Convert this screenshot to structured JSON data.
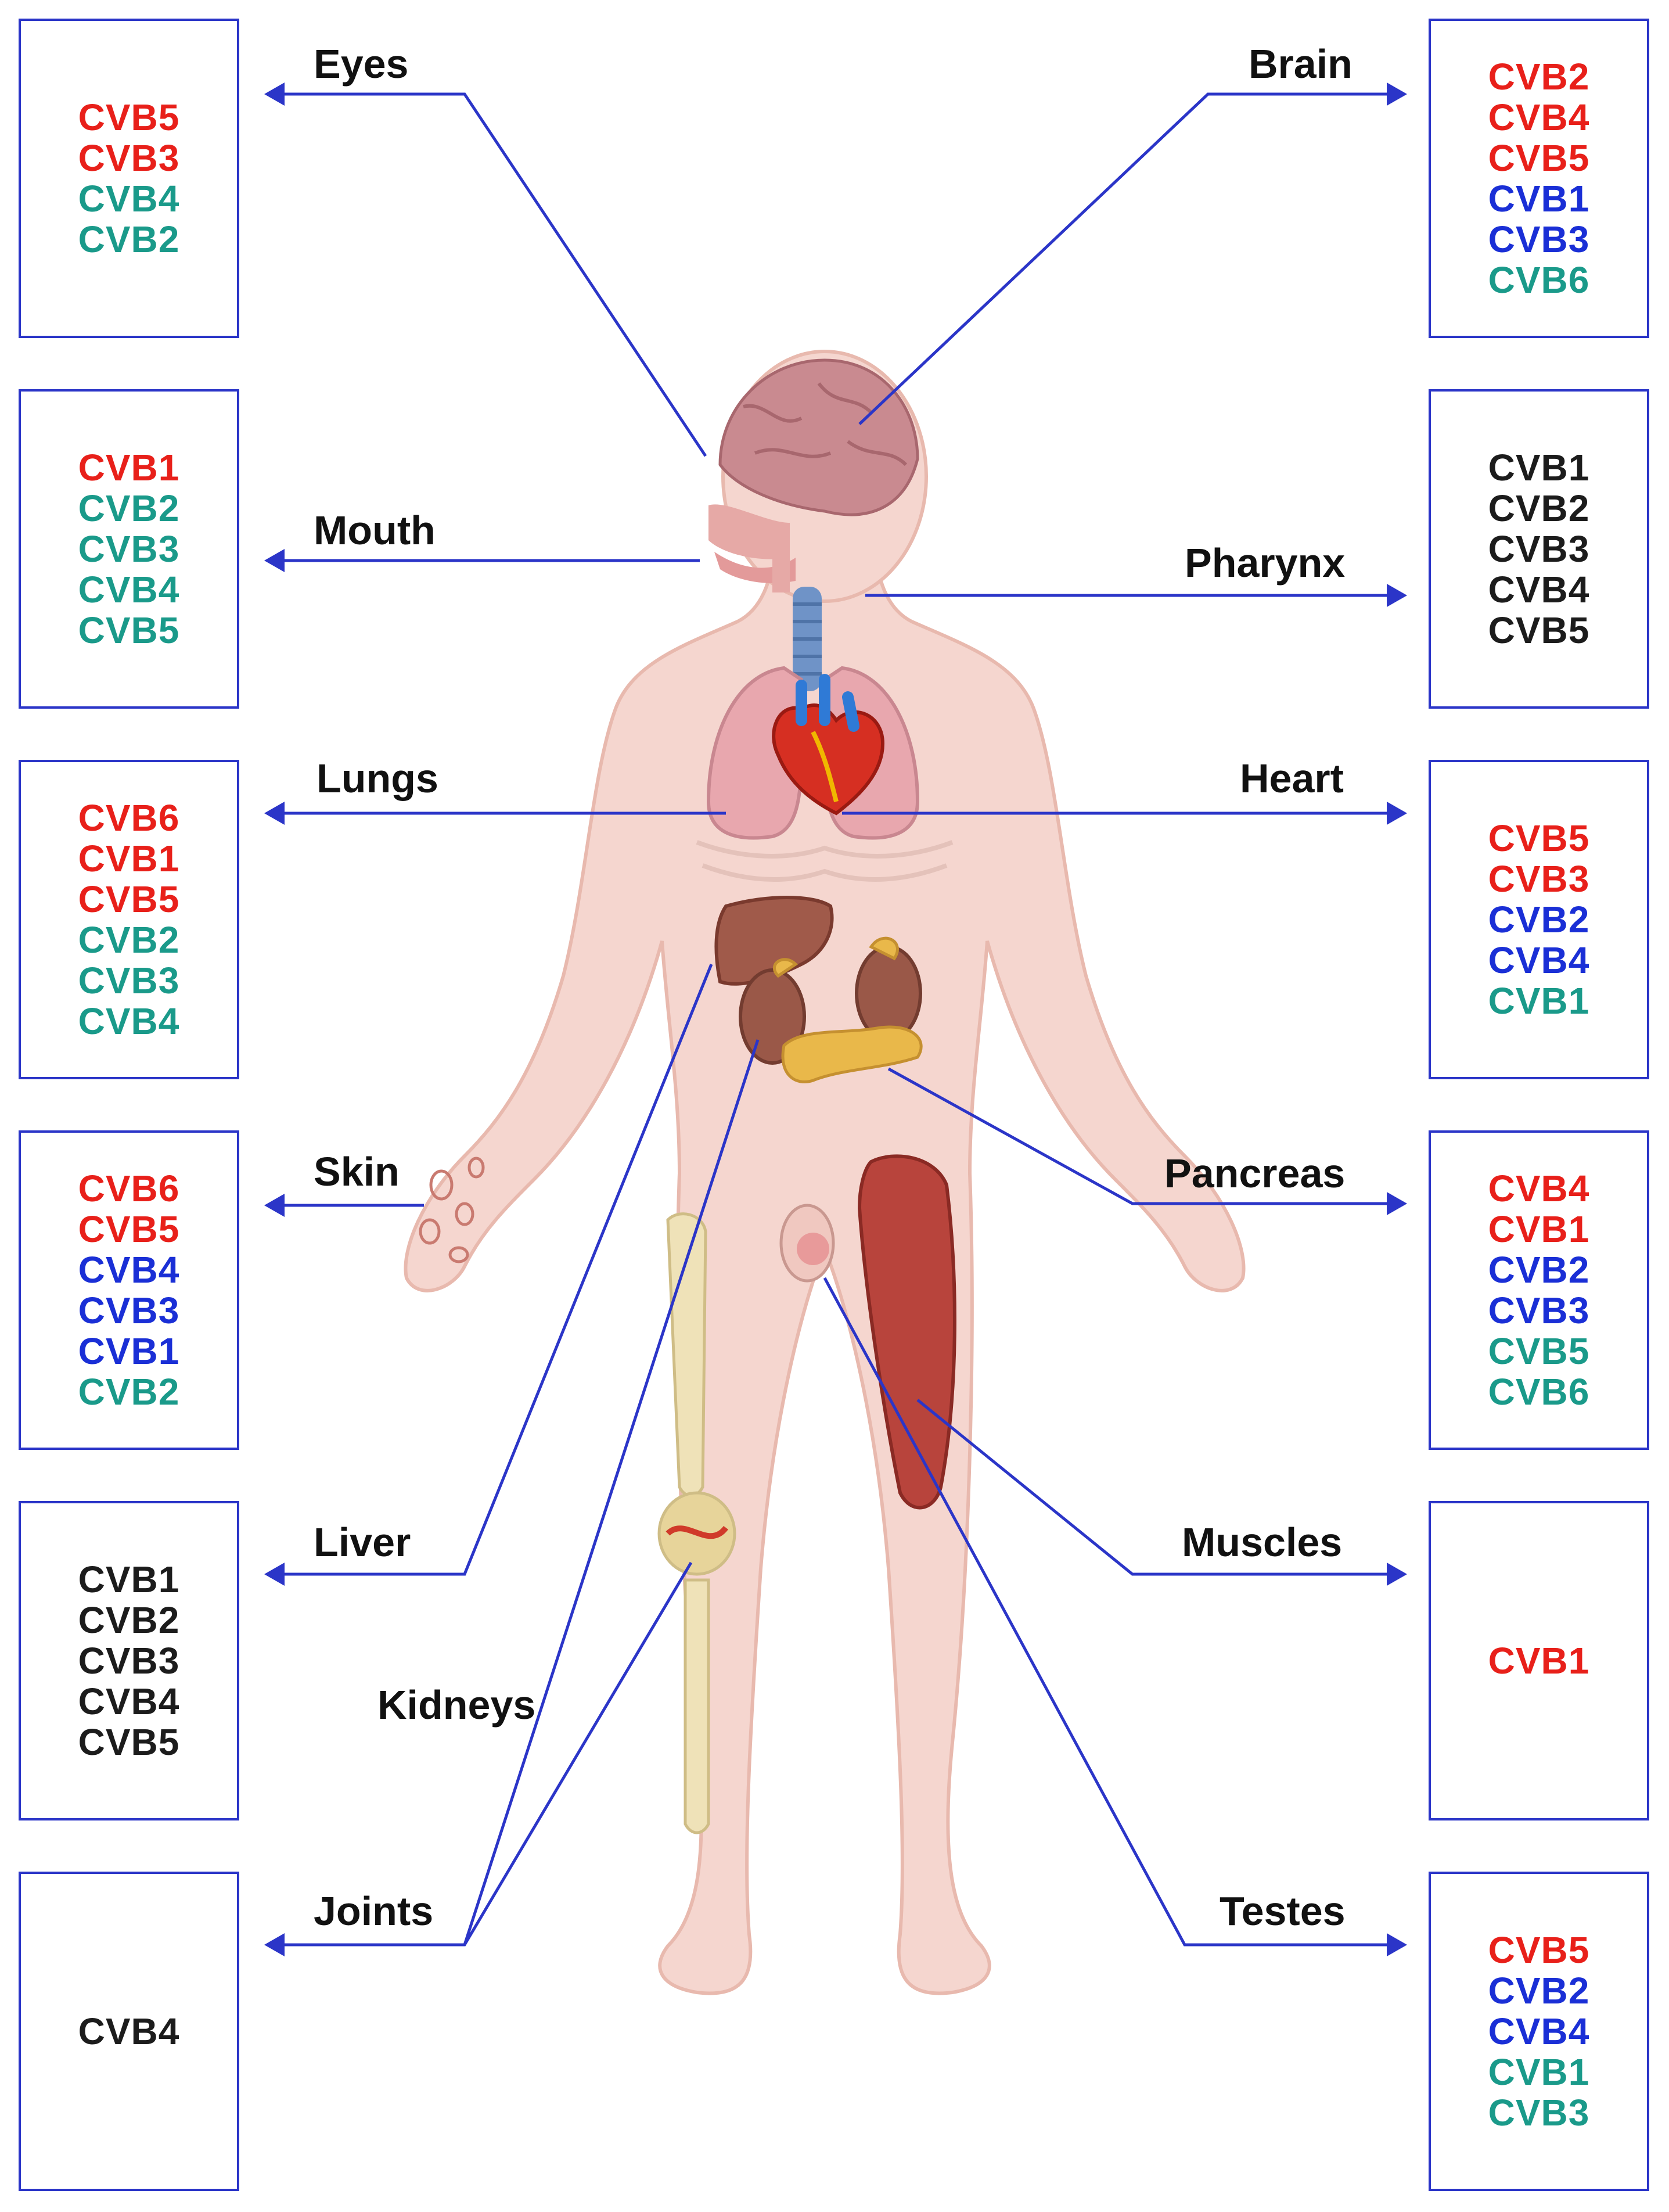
{
  "colors": {
    "strong": "#e8201a",
    "moderate": "#1a2fd6",
    "weak": "#1a9a8a",
    "neutral": "#1c1c1c",
    "line": "#2b35c8"
  },
  "organs": [
    {
      "key": "eyes",
      "label": "Eyes",
      "side": "left",
      "row": 0,
      "items": [
        {
          "text": "CVB5",
          "level": "strong"
        },
        {
          "text": "CVB3",
          "level": "strong"
        },
        {
          "text": "CVB4",
          "level": "weak"
        },
        {
          "text": "CVB2",
          "level": "weak"
        }
      ]
    },
    {
      "key": "mouth",
      "label": "Mouth",
      "side": "left",
      "row": 1,
      "items": [
        {
          "text": "CVB1",
          "level": "strong"
        },
        {
          "text": "CVB2",
          "level": "weak"
        },
        {
          "text": "CVB3",
          "level": "weak"
        },
        {
          "text": "CVB4",
          "level": "weak"
        },
        {
          "text": "CVB5",
          "level": "weak"
        }
      ]
    },
    {
      "key": "lungs",
      "label": "Lungs",
      "side": "left",
      "row": 2,
      "items": [
        {
          "text": "CVB6",
          "level": "strong"
        },
        {
          "text": "CVB1",
          "level": "strong"
        },
        {
          "text": "CVB5",
          "level": "strong"
        },
        {
          "text": "CVB2",
          "level": "weak"
        },
        {
          "text": "CVB3",
          "level": "weak"
        },
        {
          "text": "CVB4",
          "level": "weak"
        }
      ]
    },
    {
      "key": "skin",
      "label": "Skin",
      "side": "left",
      "row": 3,
      "items": [
        {
          "text": "CVB6",
          "level": "strong"
        },
        {
          "text": "CVB5",
          "level": "strong"
        },
        {
          "text": "CVB4",
          "level": "moderate"
        },
        {
          "text": "CVB3",
          "level": "moderate"
        },
        {
          "text": "CVB1",
          "level": "moderate"
        },
        {
          "text": "CVB2",
          "level": "weak"
        }
      ]
    },
    {
      "key": "liver",
      "label": "Liver",
      "side": "left",
      "row": 4,
      "items": [
        {
          "text": "CVB1",
          "level": "neutral"
        },
        {
          "text": "CVB2",
          "level": "neutral"
        },
        {
          "text": "CVB3",
          "level": "neutral"
        },
        {
          "text": "CVB4",
          "level": "neutral"
        },
        {
          "text": "CVB5",
          "level": "neutral"
        }
      ]
    },
    {
      "key": "joints",
      "label": "Joints",
      "side": "left",
      "row": 5,
      "items": [
        {
          "text": "CVB4",
          "level": "neutral"
        }
      ]
    },
    {
      "key": "brain",
      "label": "Brain",
      "side": "right",
      "row": 0,
      "items": [
        {
          "text": "CVB2",
          "level": "strong"
        },
        {
          "text": "CVB4",
          "level": "strong"
        },
        {
          "text": "CVB5",
          "level": "strong"
        },
        {
          "text": "CVB1",
          "level": "moderate"
        },
        {
          "text": "CVB3",
          "level": "moderate"
        },
        {
          "text": "CVB6",
          "level": "weak"
        }
      ]
    },
    {
      "key": "pharynx",
      "label": "Pharynx",
      "side": "right",
      "row": 1,
      "items": [
        {
          "text": "CVB1",
          "level": "neutral"
        },
        {
          "text": "CVB2",
          "level": "neutral"
        },
        {
          "text": "CVB3",
          "level": "neutral"
        },
        {
          "text": "CVB4",
          "level": "neutral"
        },
        {
          "text": "CVB5",
          "level": "neutral"
        }
      ]
    },
    {
      "key": "heart",
      "label": "Heart",
      "side": "right",
      "row": 2,
      "items": [
        {
          "text": "CVB5",
          "level": "strong"
        },
        {
          "text": "CVB3",
          "level": "strong"
        },
        {
          "text": "CVB2",
          "level": "moderate"
        },
        {
          "text": "CVB4",
          "level": "moderate"
        },
        {
          "text": "CVB1",
          "level": "weak"
        }
      ]
    },
    {
      "key": "pancreas",
      "label": "Pancreas",
      "side": "right",
      "row": 3,
      "items": [
        {
          "text": "CVB4",
          "level": "strong"
        },
        {
          "text": "CVB1",
          "level": "strong"
        },
        {
          "text": "CVB2",
          "level": "moderate"
        },
        {
          "text": "CVB3",
          "level": "moderate"
        },
        {
          "text": "CVB5",
          "level": "weak"
        },
        {
          "text": "CVB6",
          "level": "weak"
        }
      ]
    },
    {
      "key": "muscles",
      "label": "Muscles",
      "side": "right",
      "row": 4,
      "items": [
        {
          "text": "CVB1",
          "level": "strong"
        }
      ]
    },
    {
      "key": "testes",
      "label": "Testes",
      "side": "right",
      "row": 5,
      "items": [
        {
          "text": "CVB5",
          "level": "strong"
        },
        {
          "text": "CVB2",
          "level": "moderate"
        },
        {
          "text": "CVB4",
          "level": "moderate"
        },
        {
          "text": "CVB1",
          "level": "weak"
        },
        {
          "text": "CVB3",
          "level": "weak"
        }
      ]
    }
  ],
  "kidneys_label": "Kidneys"
}
